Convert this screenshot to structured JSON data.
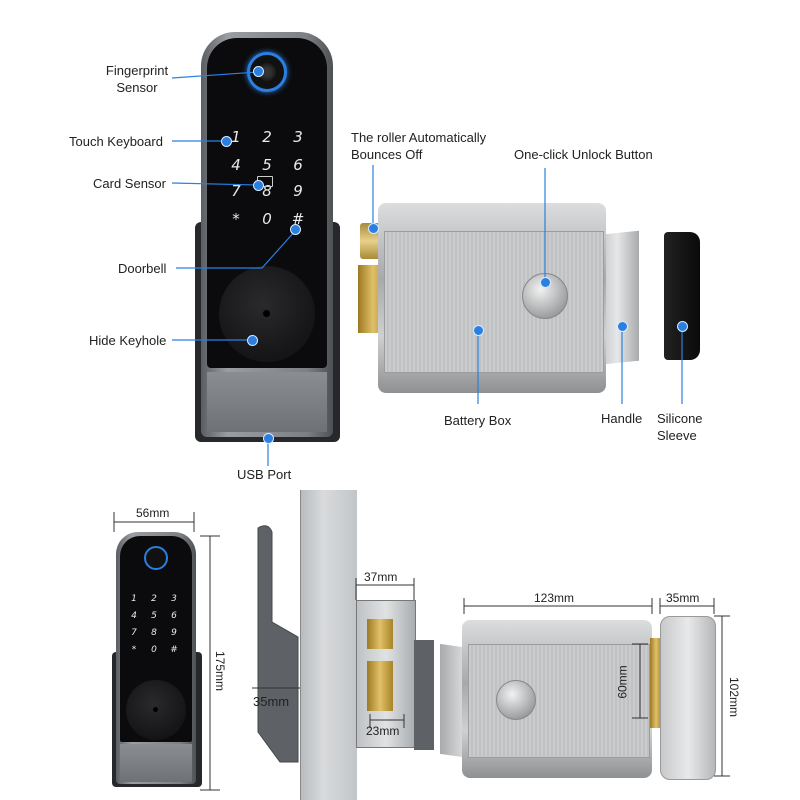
{
  "callouts": {
    "fingerprint": "Fingerprint\nSensor",
    "touch_keyboard": "Touch Keyboard",
    "card_sensor": "Card Sensor",
    "doorbell": "Doorbell",
    "hide_keyhole": "Hide Keyhole",
    "usb_port": "USB Port",
    "roller": "The roller Automatically\nBounces Off",
    "one_click": "One-click Unlock Button",
    "battery_box": "Battery Box",
    "handle": "Handle",
    "silicone": "Silicone\nSleeve"
  },
  "keypad": [
    "1",
    "2",
    "3",
    "4",
    "5",
    "6",
    "7",
    "8",
    "9",
    "*",
    "0",
    "#"
  ],
  "dimensions": {
    "lock_width": "56mm",
    "lock_height": "175mm",
    "door_gap": "35mm",
    "strike_width": "37mm",
    "strike_inner": "23mm",
    "box_width": "123mm",
    "sleeve_width": "35mm",
    "box_inner_height": "60mm",
    "box_height": "102mm"
  },
  "colors": {
    "accent": "#2b7fe0",
    "panel": "#0d0d0f",
    "steel": "#c8cacc"
  }
}
